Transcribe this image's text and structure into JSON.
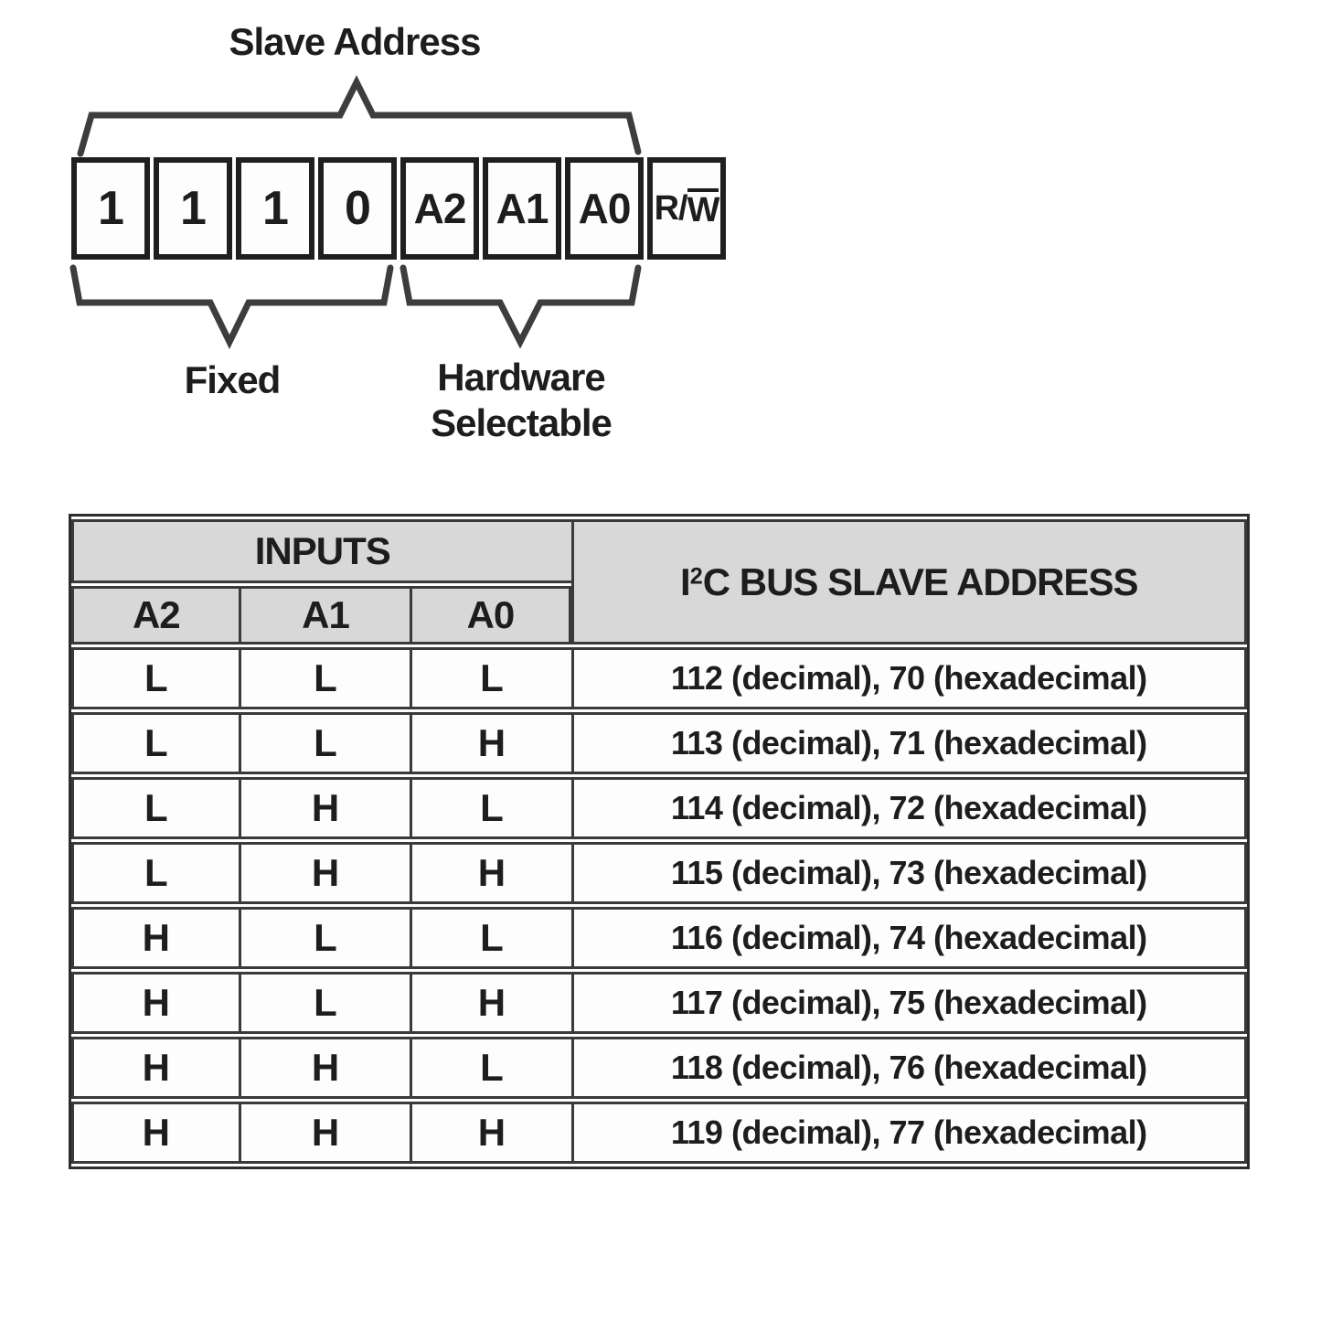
{
  "diagram": {
    "top_label": "Slave Address",
    "bits": [
      "1",
      "1",
      "1",
      "0",
      "A2",
      "A1",
      "A0"
    ],
    "rw_prefix": "R/",
    "rw_overlined": "W",
    "fixed_label": "Fixed",
    "hw_label_line1": "Hardware",
    "hw_label_line2": "Selectable"
  },
  "table": {
    "inputs_header": "INPUTS",
    "address_header": {
      "prefix": "I",
      "sup": "2",
      "rest": "C BUS SLAVE ADDRESS"
    },
    "col_a2": "A2",
    "col_a1": "A1",
    "col_a0": "A0",
    "rows": [
      {
        "a2": "L",
        "a1": "L",
        "a0": "L",
        "address": "112 (decimal), 70 (hexadecimal)"
      },
      {
        "a2": "L",
        "a1": "L",
        "a0": "H",
        "address": "113 (decimal), 71 (hexadecimal)"
      },
      {
        "a2": "L",
        "a1": "H",
        "a0": "L",
        "address": "114 (decimal), 72 (hexadecimal)"
      },
      {
        "a2": "L",
        "a1": "H",
        "a0": "H",
        "address": "115 (decimal), 73 (hexadecimal)"
      },
      {
        "a2": "H",
        "a1": "L",
        "a0": "L",
        "address": "116 (decimal), 74 (hexadecimal)"
      },
      {
        "a2": "H",
        "a1": "L",
        "a0": "H",
        "address": "117 (decimal), 75 (hexadecimal)"
      },
      {
        "a2": "H",
        "a1": "H",
        "a0": "L",
        "address": "118 (decimal), 76 (hexadecimal)"
      },
      {
        "a2": "H",
        "a1": "H",
        "a0": "H",
        "address": "119 (decimal), 77 (hexadecimal)"
      }
    ]
  },
  "colors": {
    "page_bg": "#ffffff",
    "text": "#1d1d1d",
    "box_border": "#1f1f1f",
    "brace": "#3d3d3d",
    "table_line": "#3a3a3a",
    "header_bg": "#d8d8d8",
    "cell_bg": "#fdfdfd"
  }
}
